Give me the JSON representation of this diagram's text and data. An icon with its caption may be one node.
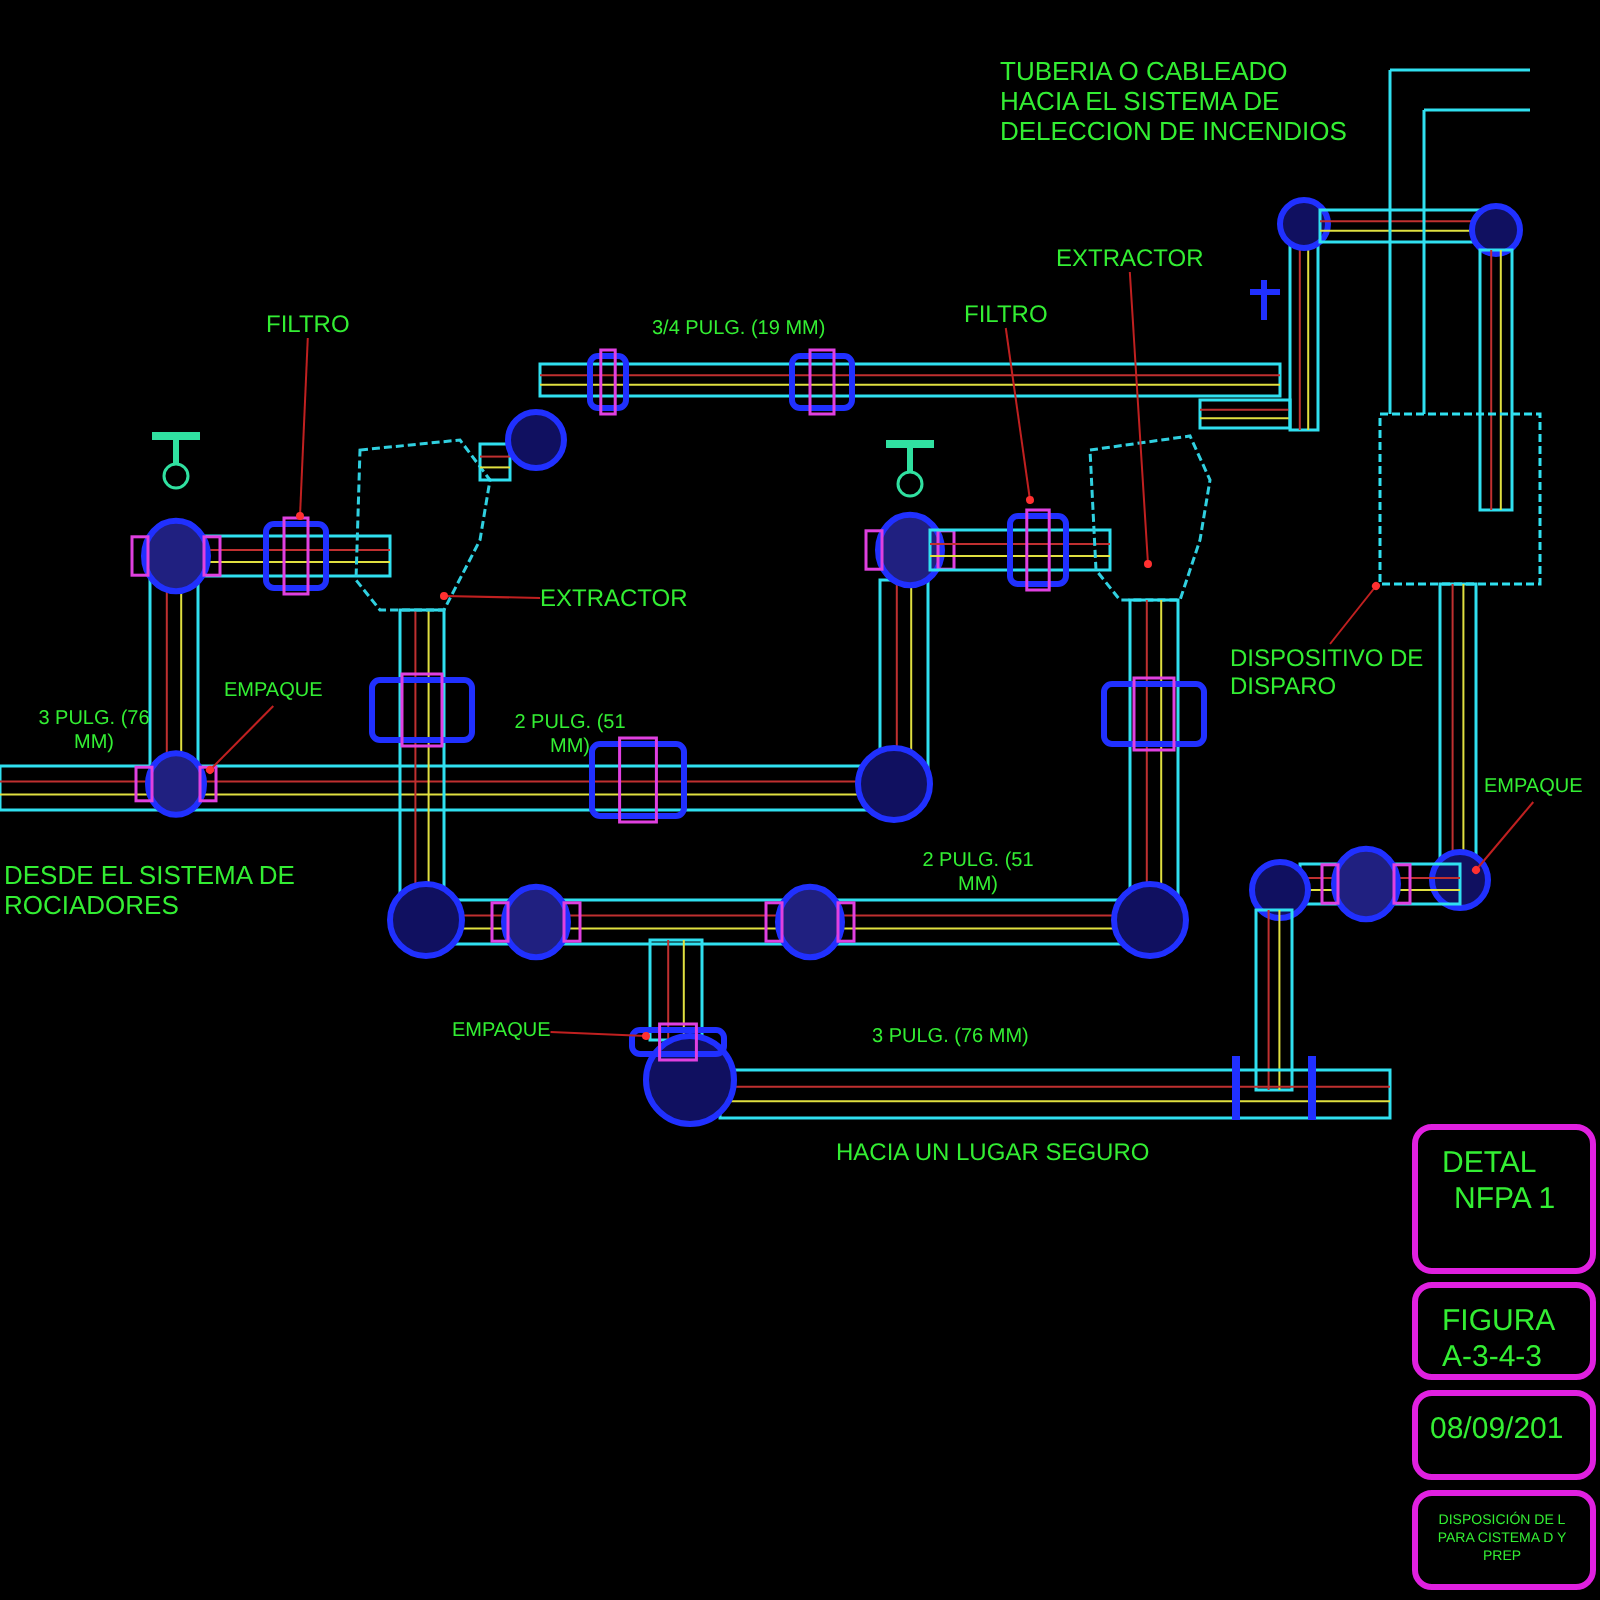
{
  "diagram": {
    "nodes": [
      {
        "text": [
          "FILTRO"
        ]
      },
      {
        "text": [
          "EXTRACTOR"
        ]
      },
      {
        "text": [
          "EMPAQUE"
        ]
      },
      {
        "text": [
          "FILTRO"
        ]
      },
      {
        "text": [
          "EXTRACTOR"
        ]
      },
      {
        "text": [
          "DISPOSITIVO DE DISPARO"
        ]
      },
      {
        "text": [
          "EMPAQUE"
        ]
      },
      {
        "text": [
          "EMPAQUE"
        ]
      },
      {
        "text": [
          "DETAL",
          "NFPA 1"
        ]
      },
      {
        "text": [
          "FIGURA",
          "A-3-4-3"
        ]
      },
      {
        "text": [
          "08/09/201"
        ]
      },
      {
        "text": [
          "DISPOSICIÓN DE L PARA CISTEMA D Y PREP"
        ]
      }
    ],
    "edges": [
      {
        "from": 0,
        "to": null,
        "arrow": "other"
      },
      {
        "from": 1,
        "to": null,
        "arrow": "other"
      },
      {
        "from": 2,
        "to": null,
        "arrow": "other"
      },
      {
        "from": 3,
        "to": null,
        "arrow": "other"
      },
      {
        "from": 4,
        "to": null,
        "arrow": "other"
      },
      {
        "from": 5,
        "to": null,
        "arrow": "other"
      },
      {
        "from": 6,
        "to": null,
        "arrow": "other"
      },
      {
        "from": 7,
        "to": null,
        "arrow": "other"
      }
    ],
    "labels": [
      "TUBERIA O CABLEADO HACIA EL SISTEMA DE DELECCION DE INCENDIOS",
      "3/4 PULG. (19 MM)",
      "3 PULG. (76 MM)",
      "2 PULG. (51 MM)",
      "DESDE EL SISTEMA DE ROCIADORES",
      "2 PULG. (51 MM)",
      "3 PULG. (76 MM)",
      "HACIA UN LUGAR SEGURO"
    ]
  }
}
